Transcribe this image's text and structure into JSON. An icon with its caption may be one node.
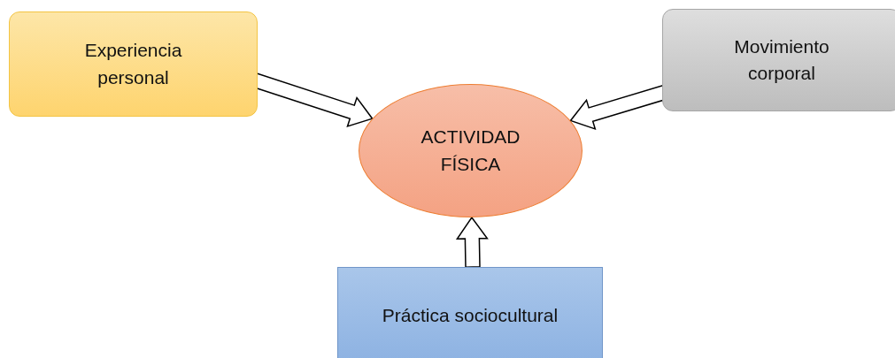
{
  "diagram": {
    "nodes": [
      {
        "text": [
          "Experiencia personal"
        ]
      },
      {
        "text": [
          "Movimiento corporal"
        ]
      },
      {
        "text": [
          "ACTIVIDAD FÍSICA"
        ]
      },
      {
        "text": [
          "Práctica sociocultural"
        ]
      }
    ],
    "edges": [
      {
        "from": 0,
        "to": 2,
        "arrow": "to"
      },
      {
        "from": 1,
        "to": 2,
        "arrow": "to"
      },
      {
        "from": 3,
        "to": 2,
        "arrow": "to"
      }
    ]
  }
}
